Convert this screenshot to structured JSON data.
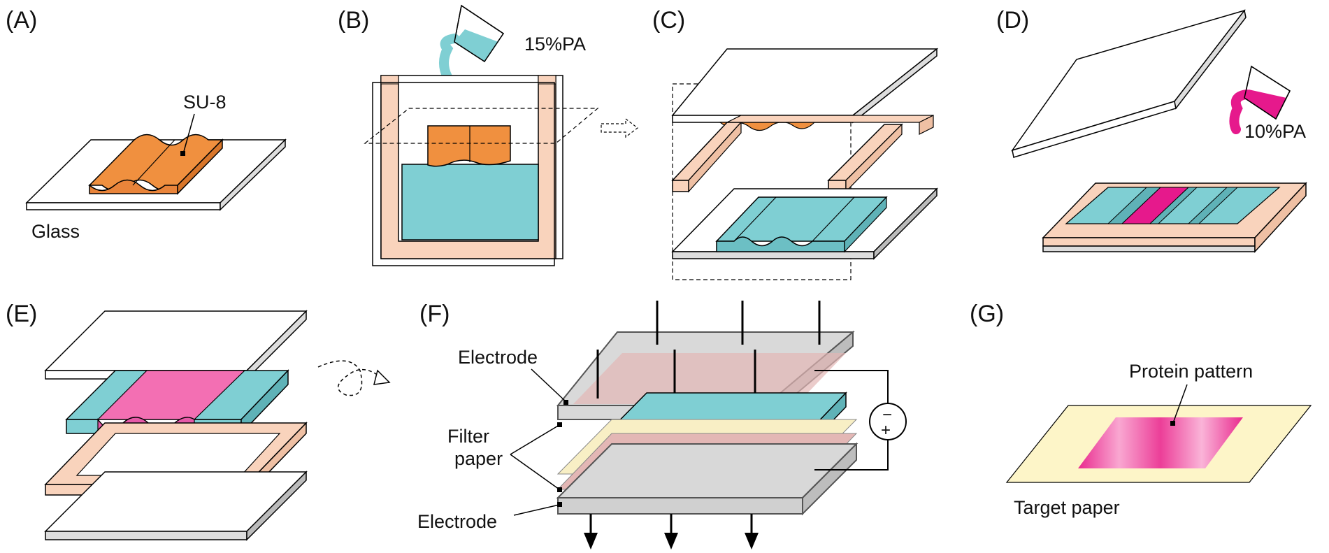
{
  "panels": [
    {
      "id": "A",
      "label": "(A)"
    },
    {
      "id": "B",
      "label": "(B)"
    },
    {
      "id": "C",
      "label": "(C)"
    },
    {
      "id": "D",
      "label": "(D)"
    },
    {
      "id": "E",
      "label": "(E)"
    },
    {
      "id": "F",
      "label": "(F)"
    },
    {
      "id": "G",
      "label": "(G)"
    }
  ],
  "annotations": {
    "su8": "SU-8",
    "glass": "Glass",
    "pa15": "15%PA",
    "pa10": "10%PA",
    "electrode_top": "Electrode",
    "filter_paper_1": "Filter",
    "filter_paper_2": "paper",
    "electrode_bottom": "Electrode",
    "protein_pattern": "Protein pattern",
    "target_paper": "Target paper",
    "power_sign_minus": "−",
    "power_sign_plus": "+"
  },
  "colors": {
    "su8": "#F0903F",
    "gel15": "#7FCFD3",
    "gel10": "#E6198C",
    "spacer": "#F9D3BC",
    "glass": "#FFFFFF",
    "glass_edge": "#D8D8D8",
    "filter_paper": "#F8EFC5",
    "filter_pink": "#E3B7B5",
    "electrode": "#CACACA",
    "protein": "#F36FB3",
    "target": "#FDF5C8"
  }
}
